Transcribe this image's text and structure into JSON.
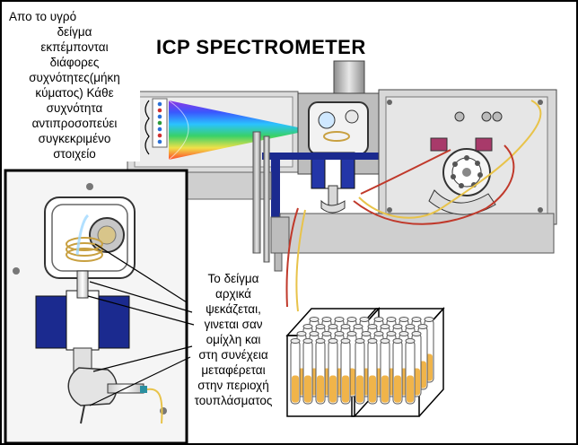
{
  "title": "ICP SPECTROMETER",
  "note_emission": {
    "lines": [
      "Απο το υγρό",
      "δείγμα",
      "εκπέμπονται",
      "διάφορες",
      "συχνότητες(μήκη",
      "κύματος) Κάθε",
      "συχνότητα",
      "αντιπροσοπεύει",
      "συγκεκριμένο",
      "στοιχείο"
    ]
  },
  "note_spray": {
    "lines": [
      "Το δείγμα",
      "αρχικά",
      "ψεκάζεται,",
      "γινεται σαν",
      "ομίχλη και",
      "στη   συνέχεια",
      "μεταφέρεται",
      "στην περιοχή",
      "τουπλάσματος"
    ]
  },
  "colors": {
    "frame": "#000000",
    "cabinet": "#d9d9d9",
    "panel_blue": "#1b2a8f",
    "tubing_red": "#c0392b",
    "tubing_yellow": "#e8c34a",
    "sample_liquid": "#f0b44a"
  }
}
